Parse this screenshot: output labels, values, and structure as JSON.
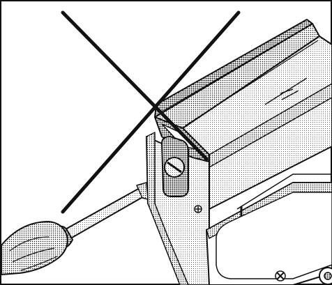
{
  "figure": {
    "kind": "technical-line-illustration",
    "style": "black-and-white halftone",
    "colors": {
      "ink": "#111111",
      "paper": "#ffffff",
      "shade_dark": "#9a9a9a",
      "shade_mid": "#c8c8c8",
      "shade_light": "#e6e6e6"
    },
    "depicted": {
      "main_part": "extruded-rail",
      "side_part": "end-bracket",
      "fastener": "slotted-screw",
      "tool": "flat-screwdriver",
      "prohibition_mark": "cross-out-x"
    }
  }
}
